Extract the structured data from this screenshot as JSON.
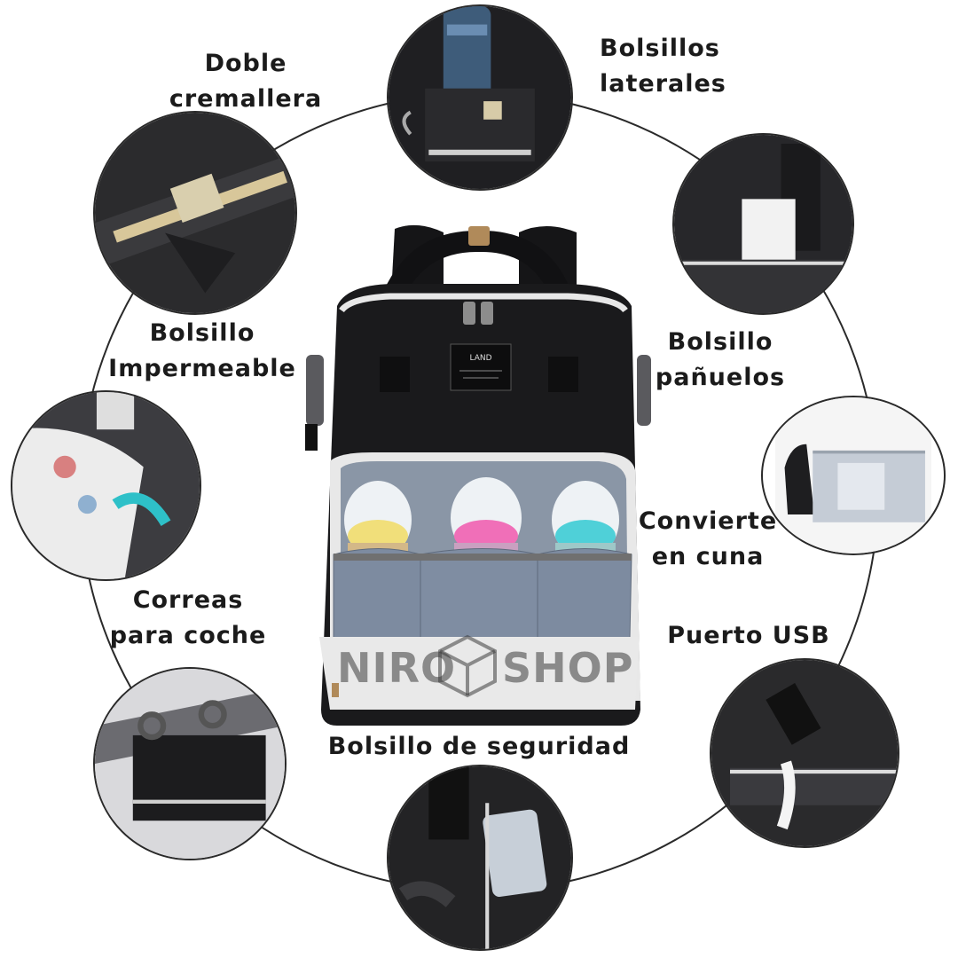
{
  "features": {
    "doble_cremallera": [
      "Doble",
      "cremallera"
    ],
    "bolsillos_laterales": [
      "Bolsillos",
      "laterales"
    ],
    "bolsillo_impermeable": [
      "Bolsillo",
      "Impermeable"
    ],
    "bolsillo_panuelos": [
      "Bolsillo",
      "pañuelos"
    ],
    "convierte_cuna": [
      "Convierte",
      "en cuna"
    ],
    "correas_coche": [
      "Correas",
      "para coche"
    ],
    "puerto_usb": [
      "Puerto USB"
    ],
    "bolsillo_seguridad": [
      "Bolsillo de seguridad"
    ]
  },
  "brand_patch": "LAND",
  "watermark": {
    "left": "NIRO",
    "right": "SHOP"
  },
  "colors": {
    "bag_black": "#1a1a1c",
    "bag_lining": "#8a96a6",
    "trim_white": "#e8e8e8",
    "bottle_yellow": "#f1df7a",
    "bottle_pink": "#f06fb8",
    "bottle_cyan": "#4fd0d8"
  }
}
